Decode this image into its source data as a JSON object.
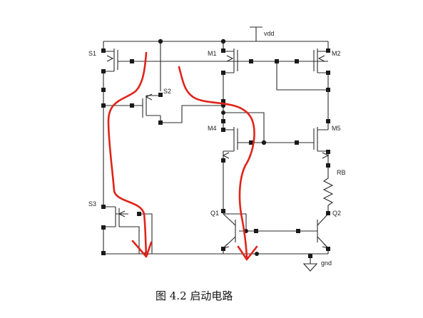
{
  "diagram": {
    "caption": "图 4.2 启动电路",
    "labels": {
      "vdd": "vdd",
      "gnd": "gnd",
      "s1": "S1",
      "s2": "S2",
      "s3": "S3",
      "m1": "M1",
      "m2": "M2",
      "m4": "M4",
      "m5": "M5",
      "rb": "RB",
      "q1": "Q1",
      "q2": "Q2"
    },
    "colors": {
      "wire": "#2a2a2a",
      "flow_arrow": "#e0241b",
      "background": "#ffffff"
    }
  }
}
